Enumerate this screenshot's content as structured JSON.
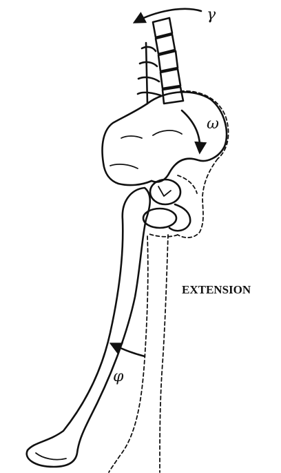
{
  "labels": {
    "motion": "EXTENSION",
    "gamma": "γ",
    "omega": "ω",
    "phi": "φ"
  },
  "colors": {
    "ink": "#111111",
    "background": "#ffffff"
  }
}
